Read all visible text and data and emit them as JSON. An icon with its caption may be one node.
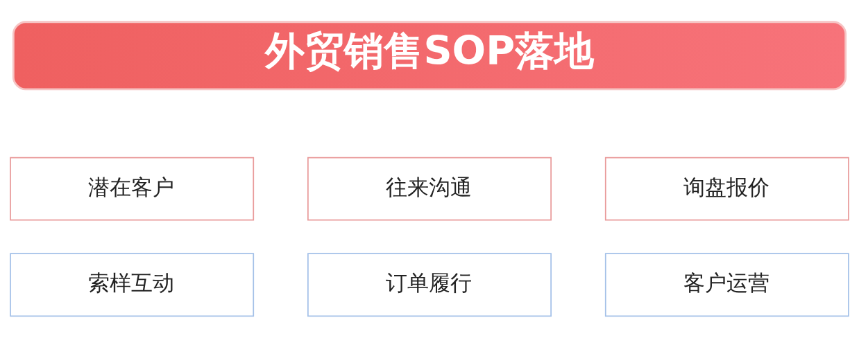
{
  "diagram": {
    "nodes": [
      {
        "text": [
          "外贸销售SOP落地"
        ]
      },
      {
        "text": [
          "潜在客户"
        ]
      },
      {
        "text": [
          "往来沟通"
        ]
      },
      {
        "text": [
          "询盘报价"
        ]
      },
      {
        "text": [
          "索样互动"
        ]
      },
      {
        "text": [
          "订单履行"
        ]
      },
      {
        "text": [
          "客户运营"
        ]
      }
    ]
  }
}
